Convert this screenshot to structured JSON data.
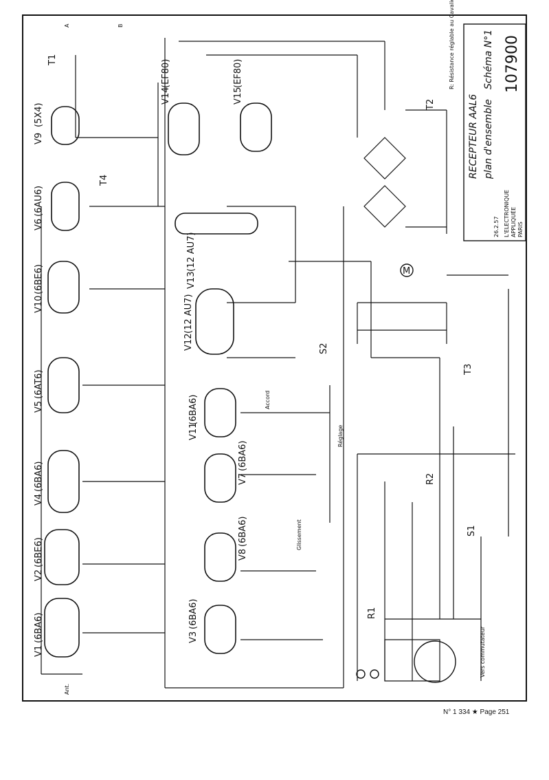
{
  "tubes": [
    {
      "id": "V9",
      "type": "(5X4)"
    },
    {
      "id": "V6",
      "type": "(6AU6)"
    },
    {
      "id": "V10",
      "type": "(6BE6)"
    },
    {
      "id": "V5",
      "type": "(6AT6)"
    },
    {
      "id": "V4",
      "type": "(6BA6)"
    },
    {
      "id": "V2",
      "type": "(6BE6)"
    },
    {
      "id": "V1",
      "type": "(6BA6)"
    },
    {
      "id": "V14",
      "type": "(EF80)"
    },
    {
      "id": "V15",
      "type": "(EF80)"
    },
    {
      "id": "V13",
      "type": "(12 AU7)"
    },
    {
      "id": "V12",
      "type": "(12 AU7)"
    },
    {
      "id": "V11",
      "type": "(6BA6)"
    },
    {
      "id": "V7",
      "type": "(6BA6)"
    },
    {
      "id": "V8",
      "type": "(6BA6)"
    },
    {
      "id": "V3",
      "type": "(6BA6)"
    }
  ],
  "title_block": {
    "receiver": "RECEPTEUR AAL6",
    "plan": "plan d'ensemble",
    "schema": "Schéma N°1",
    "drawing_no": "107900",
    "company_line1": "L'ELECTRONIQUE",
    "company_line2": "APPLIQUÉE",
    "company_line3": "PARIS",
    "date": "26.2.57",
    "notes": "R: Résistance réglable au Cavalier / C: Cavalier"
  },
  "labels": {
    "transformers": [
      "T1",
      "T2",
      "T3",
      "T4"
    ],
    "switches": [
      "S1",
      "S2"
    ],
    "relays": [
      "R1",
      "R2"
    ],
    "misc": [
      "A",
      "B",
      "M",
      "Réglage",
      "Accord",
      "Glissement",
      "Ant.",
      "Vers commutateur"
    ]
  },
  "footer": "N° 1 334 ★ Page 251"
}
